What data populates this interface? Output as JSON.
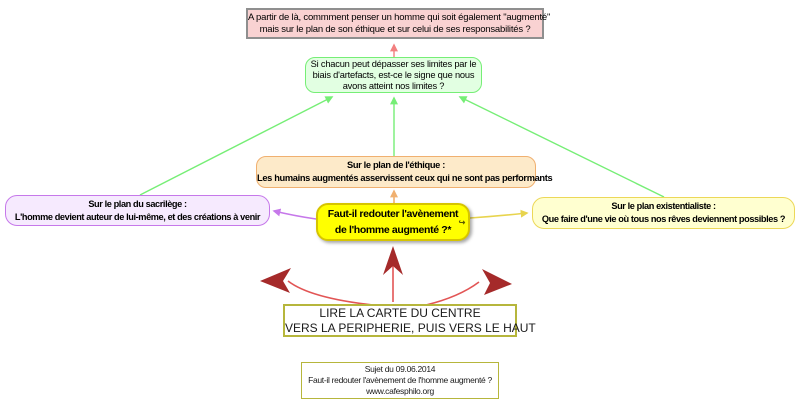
{
  "palette": {
    "pink-bg": "#f9d2d2",
    "gray-border": "#8f8f8f",
    "green-bg": "#e2ffe2",
    "green-border": "#76ee76",
    "orange-bg": "#fdeac9",
    "orange-border": "#f0b070",
    "purple-bg": "#f6eafe",
    "purple-border": "#c678ea",
    "yellow-bg": "#ffff00",
    "yellow-border": "#d6c400",
    "paleyellow-bg": "#ffffd0",
    "paleyellow-border": "#ecd858",
    "olive-border": "#b6b63c",
    "salmon-line": "#f28080",
    "red-shaft": "#e25555",
    "red-head": "#a52a2a"
  },
  "nodes": {
    "question_top": {
      "line1": "A partir de là, commment penser un homme  qui soit également \"augmenté\"",
      "line2": "mais sur le plan de son éthique et sur celui de ses responsabilités ?"
    },
    "limits": {
      "line1": "Si chacun peut dépasser ses limites par le",
      "line2": "biais d'artefacts, est-ce le signe que nous",
      "line3": "avons atteint nos limites ?"
    },
    "ethique": {
      "title": "Sur le plan de l'éthique :",
      "body": "Les humains augmentés asservissent ceux qui ne sont pas performants"
    },
    "sacrilege": {
      "title": "Sur le plan du sacrilège :",
      "body": "L'homme devient auteur de lui-même, et des créations à venir"
    },
    "central": {
      "line1": "Faut-il redouter l'avènement",
      "line2": "de l'homme augmenté ?*",
      "icon": "link-icon",
      "icon_glyph": "↪"
    },
    "existentialiste": {
      "title": "Sur le plan existentialiste :",
      "body": "Que faire d'une vie où tous nos rêves deviennent possibles ?"
    },
    "legend": {
      "line1": "LIRE LA CARTE DU CENTRE",
      "line2": "VERS LA PERIPHERIE, PUIS VERS LE HAUT"
    },
    "footer": {
      "line1": "Sujet du 09.06.2014",
      "line2": "Faut-il redouter l'avènement de l'homme augmenté ?",
      "line3": "www.cafesphilo.org"
    }
  }
}
